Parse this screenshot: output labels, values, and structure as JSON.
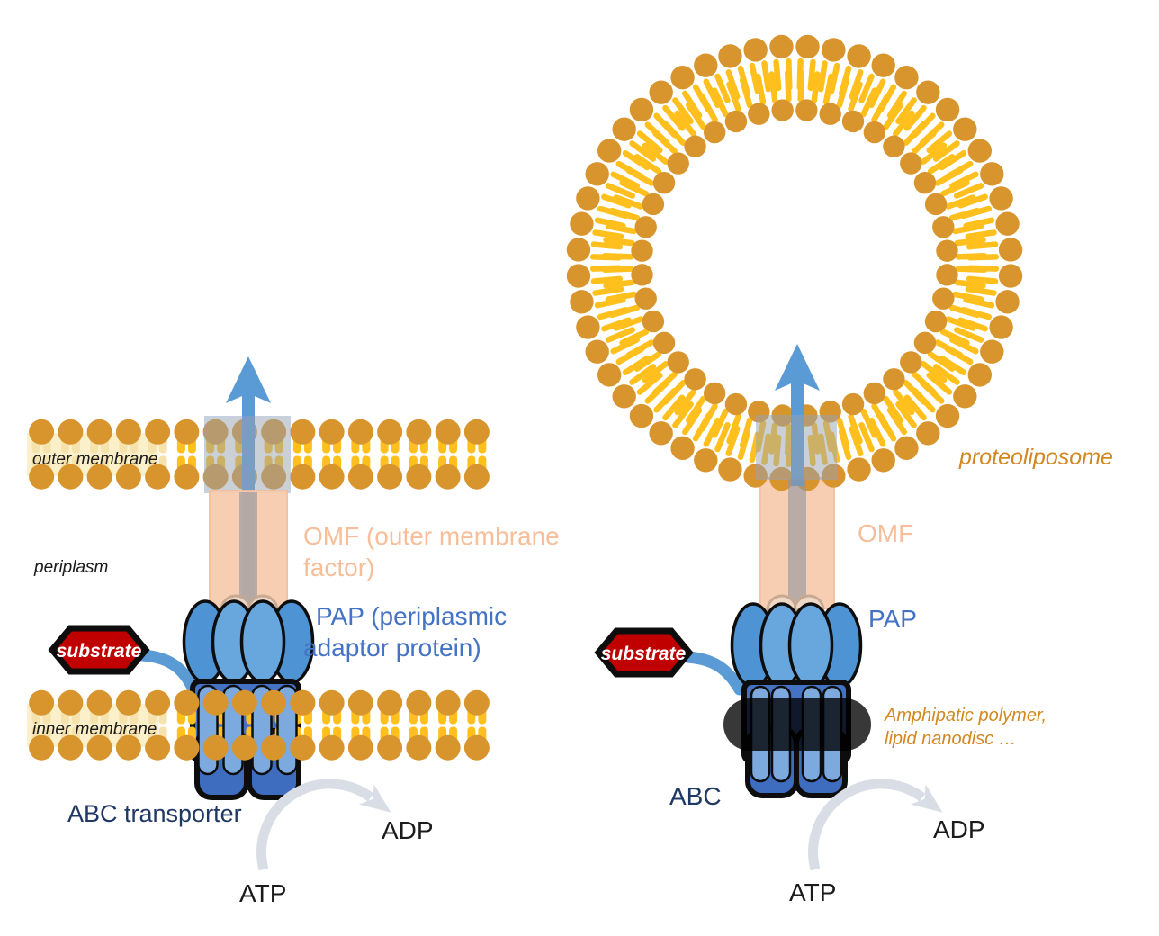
{
  "colors": {
    "head": "#D8952E",
    "tail": "#FFC01E",
    "tail_pale": "#F5E2AC",
    "pale_bg": "#FCF0CB",
    "arrow_blue": "#5B9BD5",
    "pap_dark": "#4E93D3",
    "pap_light": "#68A6DE",
    "abc_frame": "#4472C4",
    "abc_nbd": "#3E6DC0",
    "abc_helix": "#7CAADE",
    "omf_fill": "#F8CBAD",
    "omf_edge": "#F2BE9B",
    "omf_text": "#F7BE99",
    "pap_text": "#4472C4",
    "navy_text": "#1F3864",
    "orange_text": "#D2871F",
    "substrate_red": "#C00000",
    "channel_fill": "#98A2AE",
    "channel_edge": "#8FA3C0",
    "channel_inner": "#8F949C",
    "gray_arrow": "#D9DEE6"
  },
  "membranes": {
    "lipids_per_row": 16
  },
  "liposome": {
    "outer_lipids": 52,
    "inner_lipids": 40
  },
  "left": {
    "outer_membrane_label": "outer membrane",
    "periplasm_label": "periplasm",
    "inner_membrane_label": "inner membrane",
    "omf_label_line1": "OMF (outer membrane",
    "omf_label_line2": "factor)",
    "pap_label_line1": "PAP (periplasmic",
    "pap_label_line2": "adaptor protein)",
    "abc_label": "ABC transporter",
    "substrate_label": "substrate",
    "atp_label": "ATP",
    "adp_label": "ADP"
  },
  "right": {
    "proteoliposome_label": "proteoliposome",
    "omf_label": "OMF",
    "pap_label": "PAP",
    "abc_label": "ABC",
    "substrate_label": "substrate",
    "amphipatic_line1": "Amphipatic polymer,",
    "amphipatic_line2": "lipid nanodisc …",
    "atp_label": "ATP",
    "adp_label": "ADP"
  }
}
